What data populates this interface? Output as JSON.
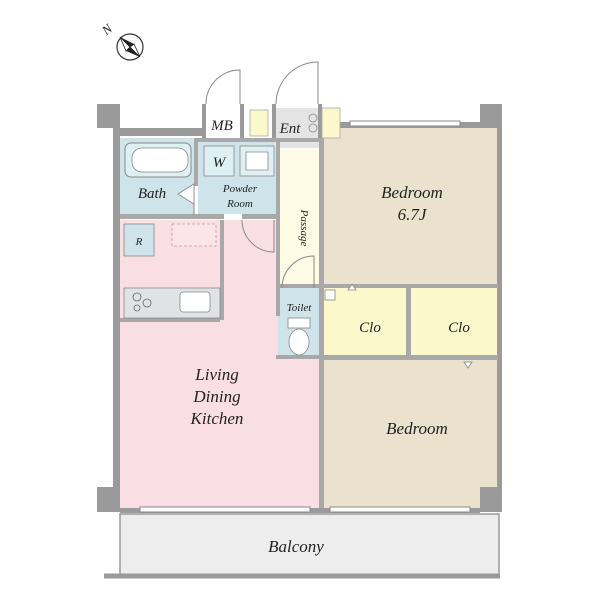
{
  "compass": {
    "north_label": "N"
  },
  "rooms": {
    "mb": "MB",
    "ent": "Ent",
    "bath": "Bath",
    "washer": "W",
    "powder_line1": "Powder",
    "powder_line2": "Room",
    "passage": "Passage",
    "refrigerator": "R",
    "toilet": "Toilet",
    "bedroom1_line1": "Bedroom",
    "bedroom1_line2": "6.7J",
    "closet1": "Clo",
    "closet2": "Clo",
    "ldk_line1": "Living",
    "ldk_line2": "Dining",
    "ldk_line3": "Kitchen",
    "bedroom2": "Bedroom",
    "balcony": "Balcony"
  },
  "colors": {
    "wall": "#9a9a9a",
    "wall_light": "#cfcfcf",
    "bath_blue": "#cfe3ea",
    "ldk_pink": "#f9dfe3",
    "bedroom_tan": "#ebe2cd",
    "closet_yellow": "#fbf8cc",
    "passage_cream": "#fdfbe6",
    "balcony_gray": "#ededed",
    "entry_gray": "#e4e4e4"
  }
}
